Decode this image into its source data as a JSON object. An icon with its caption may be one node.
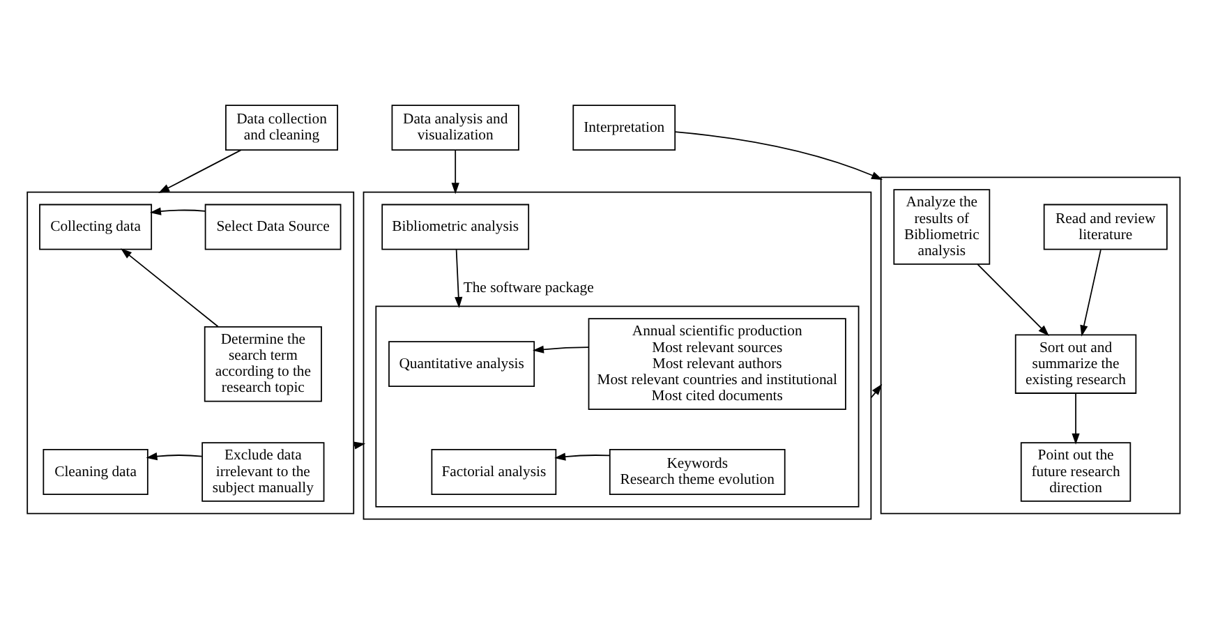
{
  "diagram": {
    "nodes": [
      {
        "text": [
          "Data collection and cleaning"
        ]
      },
      {
        "text": [],
        "shape": "box"
      },
      {
        "text": [
          "Collecting data"
        ],
        "in": 1
      },
      {
        "text": [
          "Select Data Source"
        ],
        "in": 1
      },
      {
        "text": [
          "Determine the search term according to the research topic"
        ],
        "in": 1
      },
      {
        "text": [
          "Cleaning data"
        ],
        "in": 1
      },
      {
        "text": [
          "Exclude data irrelevant to the subject manually"
        ],
        "in": 1
      },
      {
        "text": [
          "Data analysis and visualization"
        ]
      },
      {
        "text": [],
        "shape": "box"
      },
      {
        "text": [
          "Bibliometric analysis"
        ],
        "in": 8
      },
      {
        "text": [],
        "shape": "box",
        "in": 8
      },
      {
        "text": [
          "Quantitative analysis"
        ],
        "in": 10
      },
      {
        "text": [
          "Annual scientific production",
          "Most relevant sources",
          "Most relevant authors",
          "Most relevant countries and institutional",
          "Most cited documents"
        ],
        "in": 10
      },
      {
        "text": [
          "Factorial analysis"
        ],
        "in": 10
      },
      {
        "text": [
          "Keywords",
          "Research theme evolution"
        ],
        "in": 10
      },
      {
        "text": [
          "Interpretation"
        ]
      },
      {
        "text": [],
        "shape": "box"
      },
      {
        "text": [
          "Analyze the results of Bibliometric analysis"
        ],
        "in": 16
      },
      {
        "text": [
          "Read and review literature"
        ],
        "in": 16
      },
      {
        "text": [
          "Sort out and summarize the existing research"
        ],
        "in": 16
      },
      {
        "text": [
          "Point out the future research direction"
        ],
        "in": 16
      }
    ],
    "edges": [
      {
        "from": 0,
        "to": 1,
        "arrow": "to"
      },
      {
        "from": 3,
        "to": 2,
        "arrow": "to"
      },
      {
        "from": 4,
        "to": 2,
        "arrow": "to"
      },
      {
        "from": 6,
        "to": 5,
        "arrow": "to"
      },
      {
        "from": 1,
        "to": 8,
        "arrow": "to"
      },
      {
        "from": 7,
        "to": 8,
        "arrow": "to"
      },
      {
        "from": 9,
        "to": 10,
        "arrow": "to",
        "label": "The software package"
      },
      {
        "from": 12,
        "to": 11,
        "arrow": "to"
      },
      {
        "from": 14,
        "to": 13,
        "arrow": "to"
      },
      {
        "from": 8,
        "to": 16,
        "arrow": "to"
      },
      {
        "from": 15,
        "to": 16,
        "arrow": "to"
      },
      {
        "from": 17,
        "to": 19,
        "arrow": "to"
      },
      {
        "from": 18,
        "to": 19,
        "arrow": "to"
      },
      {
        "from": 19,
        "to": 20,
        "arrow": "to"
      }
    ]
  }
}
